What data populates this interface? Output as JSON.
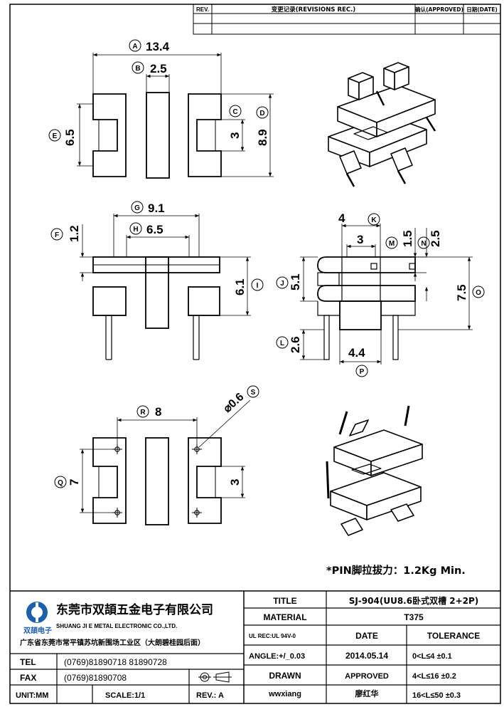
{
  "revision_table": {
    "col_rev": "REV.",
    "col_record": "变更记录(REVISIONS REC.)",
    "col_approved": "确认(APPROVED)",
    "col_date": "日期(DATE)"
  },
  "dimensions": {
    "A": "13.4",
    "B": "2.5",
    "C": "3",
    "D": "8.9",
    "E": "6.5",
    "F": "1.2",
    "G": "9.1",
    "H": "6.5",
    "I": "6.1",
    "K": "4",
    "K_inner": "3",
    "M": "1.5",
    "N": "2.5",
    "J": "5.1",
    "O": "7.5",
    "L": "2.6",
    "P": "4.4",
    "R": "8",
    "S": "⌀0.6",
    "Q": "7",
    "bottom_slot": "3"
  },
  "labels": {
    "A": "A",
    "B": "B",
    "C": "C",
    "D": "D",
    "E": "E",
    "F": "F",
    "G": "G",
    "H": "H",
    "I": "I",
    "J": "J",
    "K": "K",
    "L": "L",
    "M": "M",
    "N": "N",
    "O": "O",
    "P": "P",
    "Q": "Q",
    "R": "R",
    "S": "S"
  },
  "note": "*PIN脚拉拔力：1.2Kg Min.",
  "title_block": {
    "company_cn": "东莞市双頡五金电子有限公司",
    "company_en": "SHUANG JI  E METAL ELECTRONIC CO.,LTD.",
    "logo_text": "双頡电子",
    "address": "广东省东莞市常平镇苏坑新围场工业区（大朗碧桂园后面）",
    "tel_label": "TEL",
    "tel_value": "(0769)81890718  81890728",
    "fax_label": "FAX",
    "fax_value": "(0769)81890708",
    "unit_label": "UNIT:MM",
    "scale_label": "SCALE:1/1",
    "rev_label": "REV.: A",
    "title_label": "TITLE",
    "title_value": "SJ-904(UU8.6卧式双槽 2+2P)",
    "material_label": "MATERIAL",
    "material_value": "T375",
    "ul_label": "UL REC:UL 94V-0",
    "date_label": "DATE",
    "tolerance_label": "TOLERANCE",
    "angle_label": "ANGLE:+/_0.03",
    "date_value": "2014.05.14",
    "tol1": "0<L≤4   ±0.1",
    "tol2": "4<L≤16  ±0.2",
    "tol3": "16<L≤50  ±0.3",
    "drawn_label": "DRAWN",
    "approved_label": "APPROVED",
    "drawn_value": "wwxiang",
    "approved_value": "廖红华"
  }
}
